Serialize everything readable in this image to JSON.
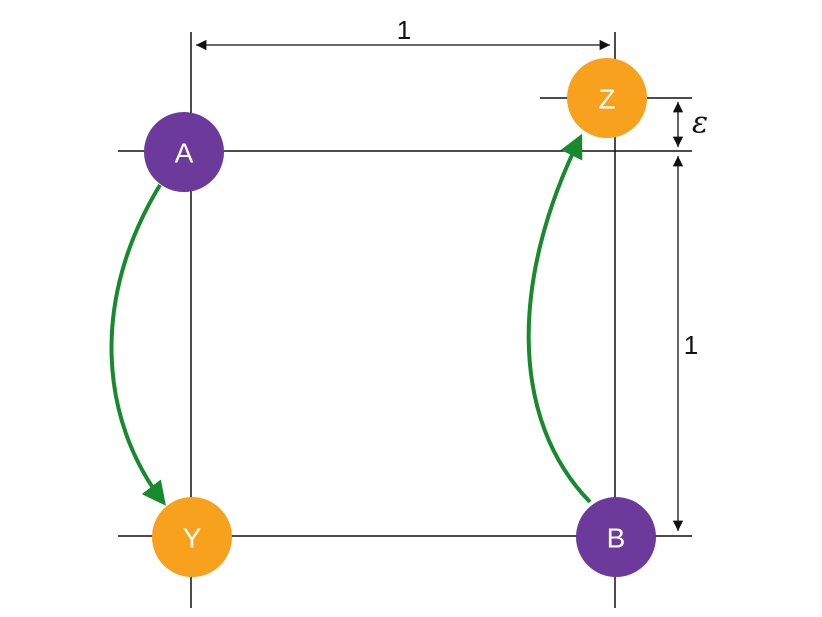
{
  "colors": {
    "purple": "#6b3a9a",
    "orange": "#f8a11c",
    "green_arrow": "#188a2e",
    "line": "#111111"
  },
  "nodes": {
    "a": {
      "label": "A",
      "color": "purple"
    },
    "y": {
      "label": "Y",
      "color": "orange"
    },
    "z": {
      "label": "Z",
      "color": "orange"
    },
    "b": {
      "label": "B",
      "color": "purple"
    }
  },
  "dimensions": {
    "top_width": "1",
    "right_height": "1",
    "epsilon": "ε"
  }
}
